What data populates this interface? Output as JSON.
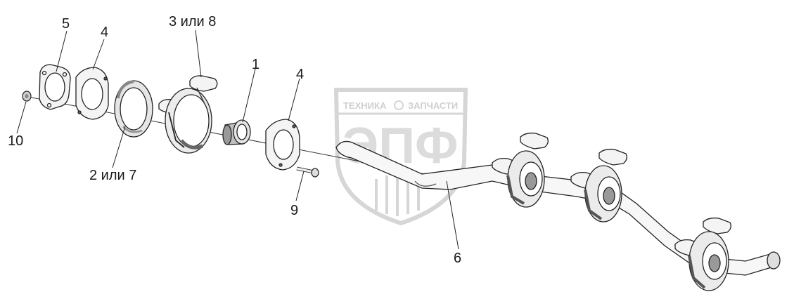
{
  "callouts": [
    {
      "id": "5",
      "text": "5"
    },
    {
      "id": "4a",
      "text": "4"
    },
    {
      "id": "38",
      "text": "3 или 8"
    },
    {
      "id": "1",
      "text": "1"
    },
    {
      "id": "4b",
      "text": "4"
    },
    {
      "id": "10",
      "text": "10"
    },
    {
      "id": "27",
      "text": "2 или 7"
    },
    {
      "id": "9",
      "text": "9"
    },
    {
      "id": "6",
      "text": "6"
    }
  ],
  "watermark": {
    "top_left": "ТЕХНИКА",
    "top_right": "ЗАПЧАСТИ",
    "main": "ЭПФ",
    "color": "#d9d9d9"
  },
  "colors": {
    "line": "#222222",
    "fill_part": "#f2f2f2",
    "shade": "#b5b5b5",
    "dark": "#555555"
  }
}
